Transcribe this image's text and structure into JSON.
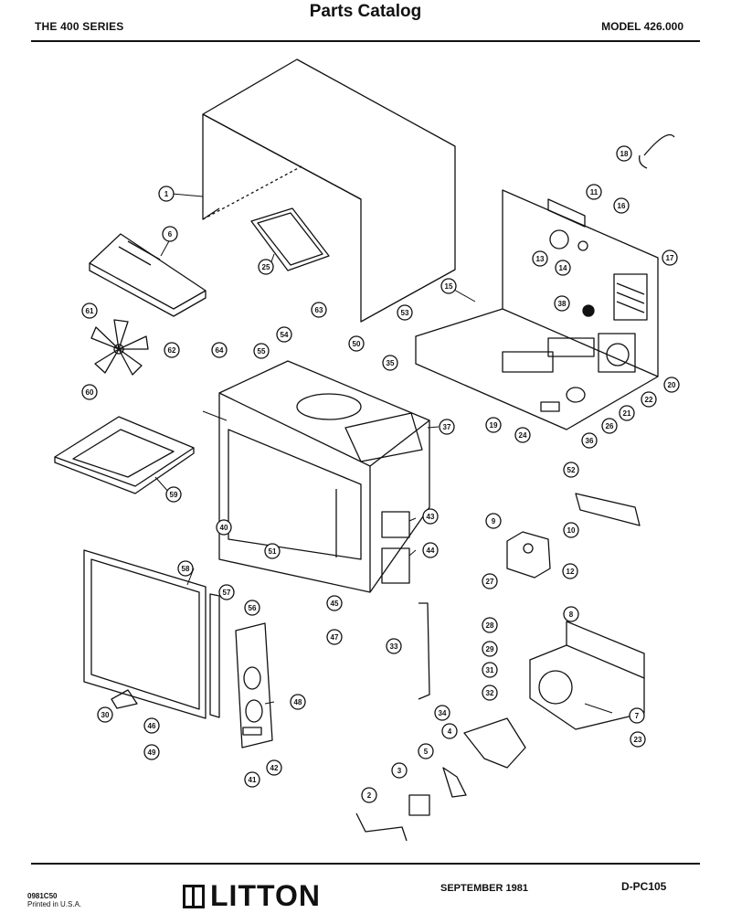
{
  "header": {
    "series": "THE 400 SERIES",
    "title": "Parts Catalog",
    "model": "MODEL 426.000"
  },
  "footer": {
    "code_line1": "0981C50",
    "code_line2": "Printed in U.S.A.",
    "brand": "LITTON",
    "date": "SEPTEMBER 1981",
    "doc_number": "D-PC105"
  },
  "callouts": [
    "1",
    "2",
    "3",
    "4",
    "5",
    "6",
    "7",
    "8",
    "9",
    "10",
    "11",
    "12",
    "13",
    "14",
    "15",
    "16",
    "17",
    "18",
    "19",
    "20",
    "21",
    "22",
    "23",
    "24",
    "25",
    "26",
    "27",
    "28",
    "29",
    "30",
    "31",
    "32",
    "33",
    "34",
    "35",
    "36",
    "37",
    "38",
    "40",
    "41",
    "42",
    "43",
    "44",
    "45",
    "46",
    "47",
    "48",
    "49",
    "50",
    "51",
    "52",
    "53",
    "54",
    "55",
    "56",
    "57",
    "58",
    "59",
    "60",
    "61",
    "62",
    "63",
    "64"
  ]
}
